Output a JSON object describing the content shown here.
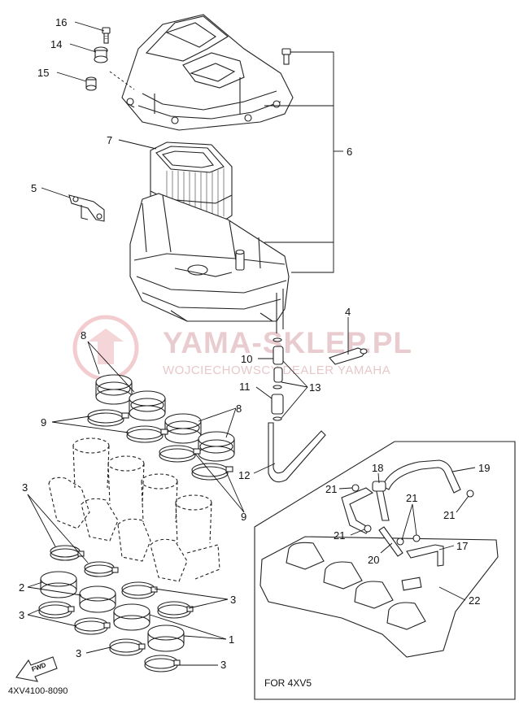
{
  "watermark": {
    "brand": "YAMA-SKLEP.PL",
    "dealer": "WOJCIECHOWSCY DEALER YAMAHA"
  },
  "callouts": {
    "c1": "1",
    "c2": "2",
    "c3a": "3",
    "c3b": "3",
    "c3c": "3",
    "c3d": "3",
    "c3e": "3",
    "c4": "4",
    "c5": "5",
    "c6": "6",
    "c7": "7",
    "c8a": "8",
    "c8b": "8",
    "c9a": "9",
    "c9b": "9",
    "c10": "10",
    "c11": "11",
    "c12": "12",
    "c13": "13",
    "c14": "14",
    "c15": "15",
    "c16": "16",
    "c17": "17",
    "c18": "18",
    "c19": "19",
    "c20": "20",
    "c21a": "21",
    "c21b": "21",
    "c21c": "21",
    "c21d": "21",
    "c22": "22"
  },
  "inset_caption": "FOR 4XV5",
  "diagram_code": "4XV4100-8090",
  "fwd_label": "FWD"
}
